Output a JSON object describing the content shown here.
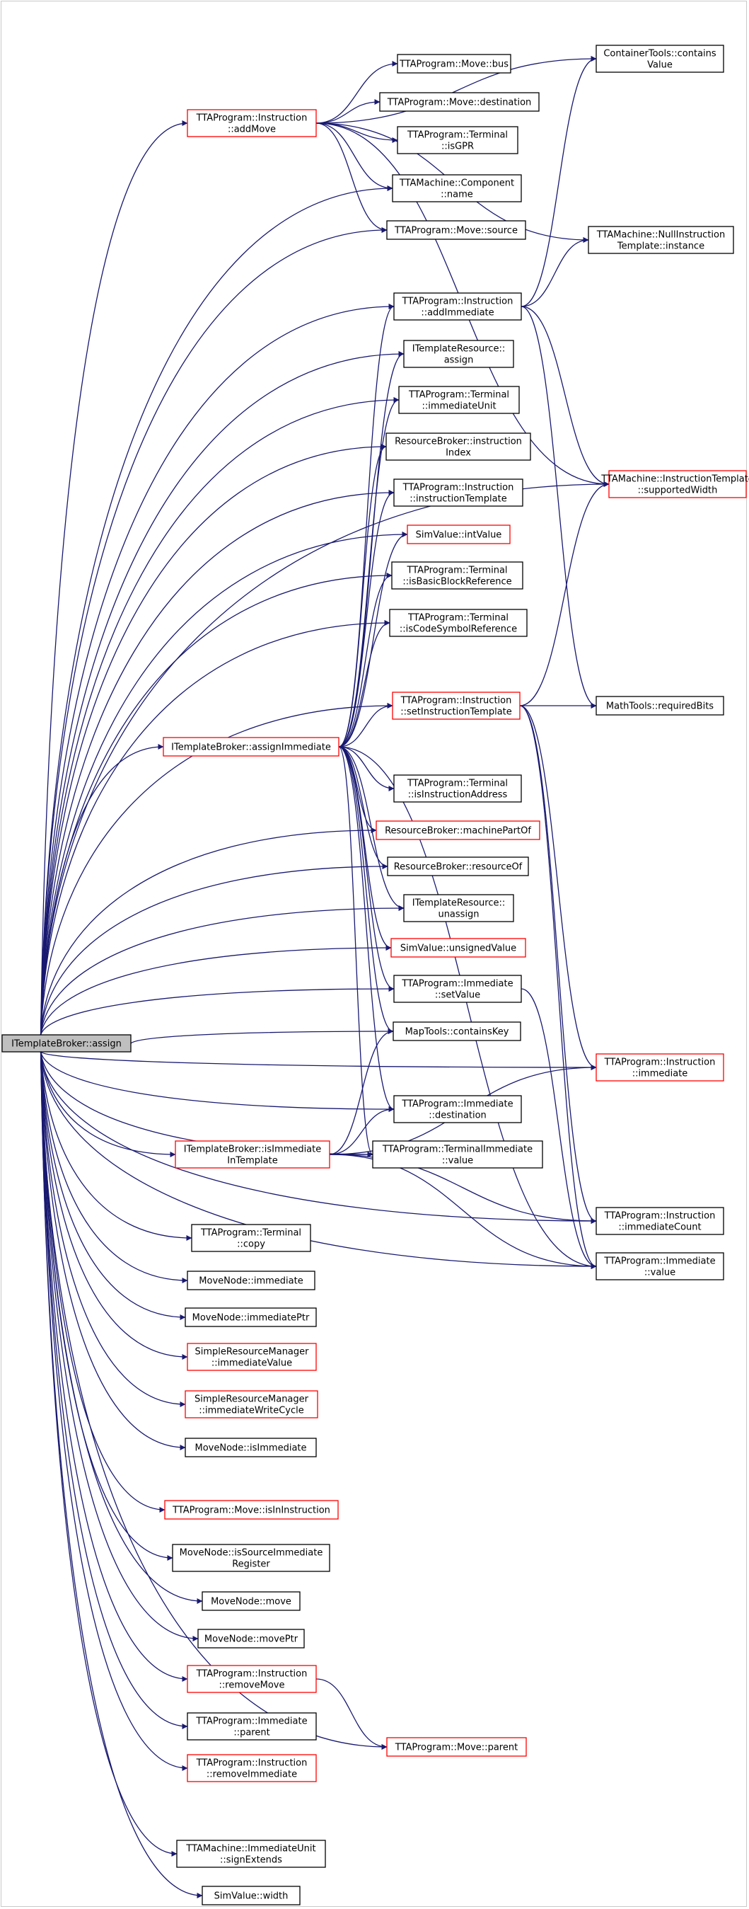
{
  "colors": {
    "edge": "#191970",
    "border_normal": "#000000",
    "border_red": "#ff0000",
    "root_fill": "#bfbfbf",
    "node_fill": "#ffffff"
  },
  "nodes": [
    {
      "id": "root",
      "lines": [
        "ITemplateBroker::assign"
      ],
      "style": "root"
    },
    {
      "id": "addMove",
      "lines": [
        "TTAProgram::Instruction",
        "::addMove"
      ],
      "style": "red"
    },
    {
      "id": "containsValue",
      "lines": [
        "ContainerTools::contains",
        "Value"
      ],
      "style": "normal"
    },
    {
      "id": "moveBus",
      "lines": [
        "TTAProgram::Move::bus"
      ],
      "style": "normal"
    },
    {
      "id": "moveDest",
      "lines": [
        "TTAProgram::Move::destination"
      ],
      "style": "normal"
    },
    {
      "id": "isGPR",
      "lines": [
        "TTAProgram::Terminal",
        "::isGPR"
      ],
      "style": "normal"
    },
    {
      "id": "compName",
      "lines": [
        "TTAMachine::Component",
        "::name"
      ],
      "style": "normal"
    },
    {
      "id": "moveSource",
      "lines": [
        "TTAProgram::Move::source"
      ],
      "style": "normal"
    },
    {
      "id": "nullInstr",
      "lines": [
        "TTAMachine::NullInstruction",
        "Template::instance"
      ],
      "style": "normal"
    },
    {
      "id": "addImmediate",
      "lines": [
        "TTAProgram::Instruction",
        "::addImmediate"
      ],
      "style": "normal"
    },
    {
      "id": "itrAssign",
      "lines": [
        "ITemplateResource::",
        "assign"
      ],
      "style": "normal"
    },
    {
      "id": "immUnit",
      "lines": [
        "TTAProgram::Terminal",
        "::immediateUnit"
      ],
      "style": "normal"
    },
    {
      "id": "rbInstrIndex",
      "lines": [
        "ResourceBroker::instruction",
        "Index"
      ],
      "style": "normal"
    },
    {
      "id": "instrTemplate",
      "lines": [
        "TTAProgram::Instruction",
        "::instructionTemplate"
      ],
      "style": "normal"
    },
    {
      "id": "supportedWidth",
      "lines": [
        "TTAMachine::InstructionTemplate",
        "::supportedWidth"
      ],
      "style": "red"
    },
    {
      "id": "intValue",
      "lines": [
        "SimValue::intValue"
      ],
      "style": "red"
    },
    {
      "id": "isBBRef",
      "lines": [
        "TTAProgram::Terminal",
        "::isBasicBlockReference"
      ],
      "style": "normal"
    },
    {
      "id": "isCodeSym",
      "lines": [
        "TTAProgram::Terminal",
        "::isCodeSymbolReference"
      ],
      "style": "normal"
    },
    {
      "id": "setInstrTemplate",
      "lines": [
        "TTAProgram::Instruction",
        "::setInstructionTemplate"
      ],
      "style": "red"
    },
    {
      "id": "requiredBits",
      "lines": [
        "MathTools::requiredBits"
      ],
      "style": "normal"
    },
    {
      "id": "assignImmediate",
      "lines": [
        "ITemplateBroker::assignImmediate"
      ],
      "style": "red"
    },
    {
      "id": "isInstrAddr",
      "lines": [
        "TTAProgram::Terminal",
        "::isInstructionAddress"
      ],
      "style": "normal"
    },
    {
      "id": "machinePartOf",
      "lines": [
        "ResourceBroker::machinePartOf"
      ],
      "style": "red"
    },
    {
      "id": "resourceOf",
      "lines": [
        "ResourceBroker::resourceOf"
      ],
      "style": "normal"
    },
    {
      "id": "itrUnassign",
      "lines": [
        "ITemplateResource::",
        "unassign"
      ],
      "style": "normal"
    },
    {
      "id": "unsignedValue",
      "lines": [
        "SimValue::unsignedValue"
      ],
      "style": "red"
    },
    {
      "id": "immSetValue",
      "lines": [
        "TTAProgram::Immediate",
        "::setValue"
      ],
      "style": "normal"
    },
    {
      "id": "containsKey",
      "lines": [
        "MapTools::containsKey"
      ],
      "style": "normal"
    },
    {
      "id": "instrImmediate",
      "lines": [
        "TTAProgram::Instruction",
        "::immediate"
      ],
      "style": "red"
    },
    {
      "id": "immDest",
      "lines": [
        "TTAProgram::Immediate",
        "::destination"
      ],
      "style": "normal"
    },
    {
      "id": "isImmInTemplate",
      "lines": [
        "ITemplateBroker::isImmediate",
        "InTemplate"
      ],
      "style": "red"
    },
    {
      "id": "termImmValue",
      "lines": [
        "TTAProgram::TerminalImmediate",
        "::value"
      ],
      "style": "normal"
    },
    {
      "id": "immCount",
      "lines": [
        "TTAProgram::Instruction",
        "::immediateCount"
      ],
      "style": "normal"
    },
    {
      "id": "immValue",
      "lines": [
        "TTAProgram::Immediate",
        "::value"
      ],
      "style": "normal"
    },
    {
      "id": "termCopy",
      "lines": [
        "TTAProgram::Terminal",
        "::copy"
      ],
      "style": "normal"
    },
    {
      "id": "mnImmediate",
      "lines": [
        "MoveNode::immediate"
      ],
      "style": "normal"
    },
    {
      "id": "mnImmediatePtr",
      "lines": [
        "MoveNode::immediatePtr"
      ],
      "style": "normal"
    },
    {
      "id": "srmImmValue",
      "lines": [
        "SimpleResourceManager",
        "::immediateValue"
      ],
      "style": "red"
    },
    {
      "id": "srmImmWrite",
      "lines": [
        "SimpleResourceManager",
        "::immediateWriteCycle"
      ],
      "style": "red"
    },
    {
      "id": "mnIsImmediate",
      "lines": [
        "MoveNode::isImmediate"
      ],
      "style": "normal"
    },
    {
      "id": "moveIsInInstr",
      "lines": [
        "TTAProgram::Move::isInInstruction"
      ],
      "style": "red"
    },
    {
      "id": "mnIsSrcImmReg",
      "lines": [
        "MoveNode::isSourceImmediate",
        "Register"
      ],
      "style": "normal"
    },
    {
      "id": "mnMove",
      "lines": [
        "MoveNode::move"
      ],
      "style": "normal"
    },
    {
      "id": "mnMovePtr",
      "lines": [
        "MoveNode::movePtr"
      ],
      "style": "normal"
    },
    {
      "id": "removeMove",
      "lines": [
        "TTAProgram::Instruction",
        "::removeMove"
      ],
      "style": "red"
    },
    {
      "id": "immParent",
      "lines": [
        "TTAProgram::Immediate",
        "::parent"
      ],
      "style": "normal"
    },
    {
      "id": "moveParent",
      "lines": [
        "TTAProgram::Move::parent"
      ],
      "style": "red"
    },
    {
      "id": "removeImmediate",
      "lines": [
        "TTAProgram::Instruction",
        "::removeImmediate"
      ],
      "style": "red"
    },
    {
      "id": "signExtends",
      "lines": [
        "TTAMachine::ImmediateUnit",
        "::signExtends"
      ],
      "style": "normal"
    },
    {
      "id": "simWidth",
      "lines": [
        "SimValue::width"
      ],
      "style": "normal"
    }
  ],
  "edges": [
    [
      "root",
      "addMove"
    ],
    [
      "root",
      "compName"
    ],
    [
      "root",
      "moveSource"
    ],
    [
      "root",
      "supportedWidth"
    ],
    [
      "root",
      "addImmediate"
    ],
    [
      "root",
      "itrAssign"
    ],
    [
      "root",
      "immUnit"
    ],
    [
      "root",
      "rbInstrIndex"
    ],
    [
      "root",
      "instrTemplate"
    ],
    [
      "root",
      "intValue"
    ],
    [
      "root",
      "isBBRef"
    ],
    [
      "root",
      "isCodeSym"
    ],
    [
      "root",
      "setInstrTemplate"
    ],
    [
      "root",
      "assignImmediate"
    ],
    [
      "root",
      "machinePartOf"
    ],
    [
      "root",
      "resourceOf"
    ],
    [
      "root",
      "itrUnassign"
    ],
    [
      "root",
      "unsignedValue"
    ],
    [
      "root",
      "immSetValue"
    ],
    [
      "root",
      "containsKey"
    ],
    [
      "root",
      "instrImmediate"
    ],
    [
      "root",
      "immDest"
    ],
    [
      "root",
      "isImmInTemplate"
    ],
    [
      "root",
      "termImmValue"
    ],
    [
      "root",
      "immCount"
    ],
    [
      "root",
      "immValue"
    ],
    [
      "root",
      "termCopy"
    ],
    [
      "root",
      "mnImmediate"
    ],
    [
      "root",
      "mnImmediatePtr"
    ],
    [
      "root",
      "srmImmValue"
    ],
    [
      "root",
      "srmImmWrite"
    ],
    [
      "root",
      "mnIsImmediate"
    ],
    [
      "root",
      "moveIsInInstr"
    ],
    [
      "root",
      "mnIsSrcImmReg"
    ],
    [
      "root",
      "mnMove"
    ],
    [
      "root",
      "mnMovePtr"
    ],
    [
      "root",
      "removeMove"
    ],
    [
      "root",
      "immParent"
    ],
    [
      "root",
      "removeImmediate"
    ],
    [
      "root",
      "moveParent"
    ],
    [
      "root",
      "signExtends"
    ],
    [
      "root",
      "simWidth"
    ],
    [
      "addMove",
      "containsValue"
    ],
    [
      "addMove",
      "moveBus"
    ],
    [
      "addMove",
      "moveDest"
    ],
    [
      "addMove",
      "isGPR"
    ],
    [
      "addMove",
      "compName"
    ],
    [
      "addMove",
      "moveSource"
    ],
    [
      "addMove",
      "nullInstr"
    ],
    [
      "addMove",
      "supportedWidth"
    ],
    [
      "addImmediate",
      "containsValue"
    ],
    [
      "addImmediate",
      "nullInstr"
    ],
    [
      "addImmediate",
      "supportedWidth"
    ],
    [
      "addImmediate",
      "requiredBits"
    ],
    [
      "setInstrTemplate",
      "supportedWidth"
    ],
    [
      "setInstrTemplate",
      "requiredBits"
    ],
    [
      "setInstrTemplate",
      "instrImmediate"
    ],
    [
      "setInstrTemplate",
      "immCount"
    ],
    [
      "setInstrTemplate",
      "immValue"
    ],
    [
      "assignImmediate",
      "addImmediate"
    ],
    [
      "assignImmediate",
      "itrAssign"
    ],
    [
      "assignImmediate",
      "immUnit"
    ],
    [
      "assignImmediate",
      "rbInstrIndex"
    ],
    [
      "assignImmediate",
      "instrTemplate"
    ],
    [
      "assignImmediate",
      "intValue"
    ],
    [
      "assignImmediate",
      "isBBRef"
    ],
    [
      "assignImmediate",
      "isCodeSym"
    ],
    [
      "assignImmediate",
      "setInstrTemplate"
    ],
    [
      "assignImmediate",
      "isInstrAddr"
    ],
    [
      "assignImmediate",
      "machinePartOf"
    ],
    [
      "assignImmediate",
      "resourceOf"
    ],
    [
      "assignImmediate",
      "itrUnassign"
    ],
    [
      "assignImmediate",
      "unsignedValue"
    ],
    [
      "assignImmediate",
      "immSetValue"
    ],
    [
      "assignImmediate",
      "containsKey"
    ],
    [
      "assignImmediate",
      "immDest"
    ],
    [
      "assignImmediate",
      "termImmValue"
    ],
    [
      "assignImmediate",
      "immValue"
    ],
    [
      "immSetValue",
      "immValue"
    ],
    [
      "isImmInTemplate",
      "containsKey"
    ],
    [
      "isImmInTemplate",
      "immDest"
    ],
    [
      "isImmInTemplate",
      "termImmValue"
    ],
    [
      "isImmInTemplate",
      "instrImmediate"
    ],
    [
      "isImmInTemplate",
      "immCount"
    ],
    [
      "isImmInTemplate",
      "immValue"
    ],
    [
      "removeMove",
      "moveParent"
    ]
  ]
}
